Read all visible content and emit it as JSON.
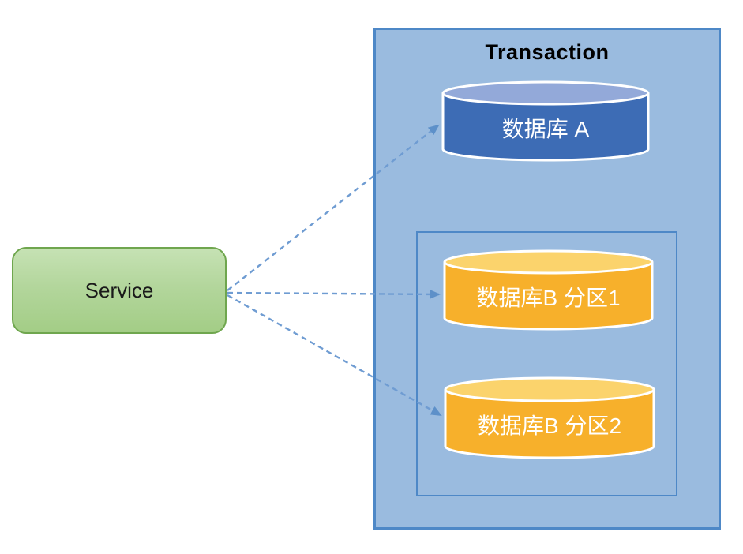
{
  "diagram": {
    "type": "architecture-diagram",
    "description_visible_text_only": true
  },
  "service": {
    "label": "Service"
  },
  "transaction": {
    "title": "Transaction"
  },
  "databases": [
    {
      "id": "database-a",
      "label": "数据库 A",
      "body_color": "#3D6CB5",
      "top_color": "#93A9D9"
    },
    {
      "id": "database-b-partition-1",
      "label": "数据库B 分区1",
      "body_color": "#F7B02B",
      "top_color": "#FBD36C"
    },
    {
      "id": "database-b-partition-2",
      "label": "数据库B 分区2",
      "body_color": "#F7B02B",
      "top_color": "#FBD36C"
    }
  ],
  "connections": [
    {
      "from": "service",
      "to": "database-a",
      "style": "dashed-arrow"
    },
    {
      "from": "service",
      "to": "database-b-partition-1",
      "style": "dashed-arrow"
    },
    {
      "from": "service",
      "to": "database-b-partition-2",
      "style": "dashed-arrow"
    }
  ],
  "colors": {
    "page_background": "#FFFFFF",
    "transaction_fill": "#9ABBDF",
    "transaction_border": "#4E88C7",
    "partition_group_fill": "#9ABBDF",
    "partition_group_border": "#4E88C7",
    "service_fill_top": "#C6E2B4",
    "service_fill_bottom": "#A3CD86",
    "service_border": "#6FA64E",
    "arrow_line": "#6F9CD2",
    "arrow_head": "#5D90C9",
    "cylinder_outline": "#FFFFFF",
    "cylinder_label_text": "#FFFFFF",
    "title_text": "#000000"
  }
}
